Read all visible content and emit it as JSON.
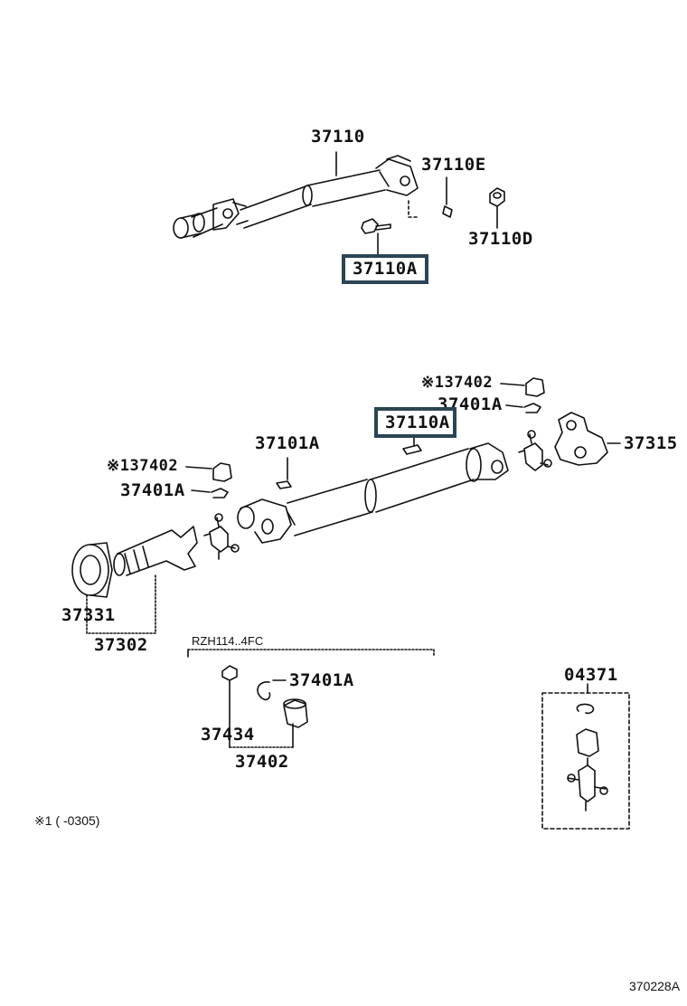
{
  "colors": {
    "line": "#111111",
    "highlight_border": "#2b4554",
    "background": "#ffffff"
  },
  "labels": {
    "top_shaft": "37110",
    "top_e": "37110E",
    "top_d": "37110D",
    "top_a": "37110A",
    "mid_402_right": "※137402",
    "mid_401a_right": "37401A",
    "mid_a": "37110A",
    "mid_101a": "37101A",
    "mid_315": "37315",
    "mid_402_left": "※137402",
    "mid_401a_left": "37401A",
    "bot_331": "37331",
    "bot_302": "37302",
    "bot_range": "RZH114..4FC",
    "bot_401a": "37401A",
    "bot_434": "37434",
    "bot_402": "37402",
    "kit": "04371",
    "note": "※1 (        -0305)",
    "figure_code": "370228A"
  }
}
